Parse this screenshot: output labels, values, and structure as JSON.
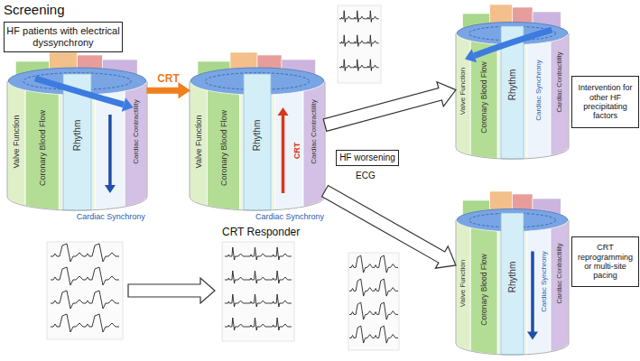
{
  "diagram": {
    "title": "Screening",
    "nodes": [
      {
        "text": [
          "HF patients with electrical dyssynchrony"
        ]
      },
      {
        "text": [
          "Valve Function",
          "Coronary Blood Flow",
          "Rhythm",
          "Cardiac Synchrony",
          "Cardiac Contractility"
        ]
      },
      {
        "text": [
          "Valve Function",
          "Coronary Blood Flow",
          "Rhythm",
          "CRT",
          "Cardiac Synchrony",
          "Cardiac Contractility"
        ]
      },
      {
        "text": [
          "Valve Function",
          "Coronary Blood Flow",
          "Rhythm",
          "Cardiac Synchrony",
          "Cardiac Contractility"
        ]
      },
      {
        "text": [
          "Intervention for other HF precipitating factors"
        ]
      },
      {
        "text": [
          "HF worsening"
        ]
      },
      {
        "text": [
          "Valve Function",
          "Coronary Blood Flow",
          "Rhythm",
          "Cardiac Synchrony",
          "Cardiac Contractility"
        ]
      },
      {
        "text": [
          "CRT reprogramming or multi-site pacing"
        ]
      }
    ],
    "edges": [
      {
        "from": 1,
        "to": 2,
        "arrow": "to",
        "label": "CRT"
      },
      {
        "from": 2,
        "to": 3,
        "arrow": "to"
      },
      {
        "from": 2,
        "to": 6,
        "arrow": "to"
      }
    ],
    "labels": [
      "CRT Responder",
      "ECG"
    ]
  }
}
